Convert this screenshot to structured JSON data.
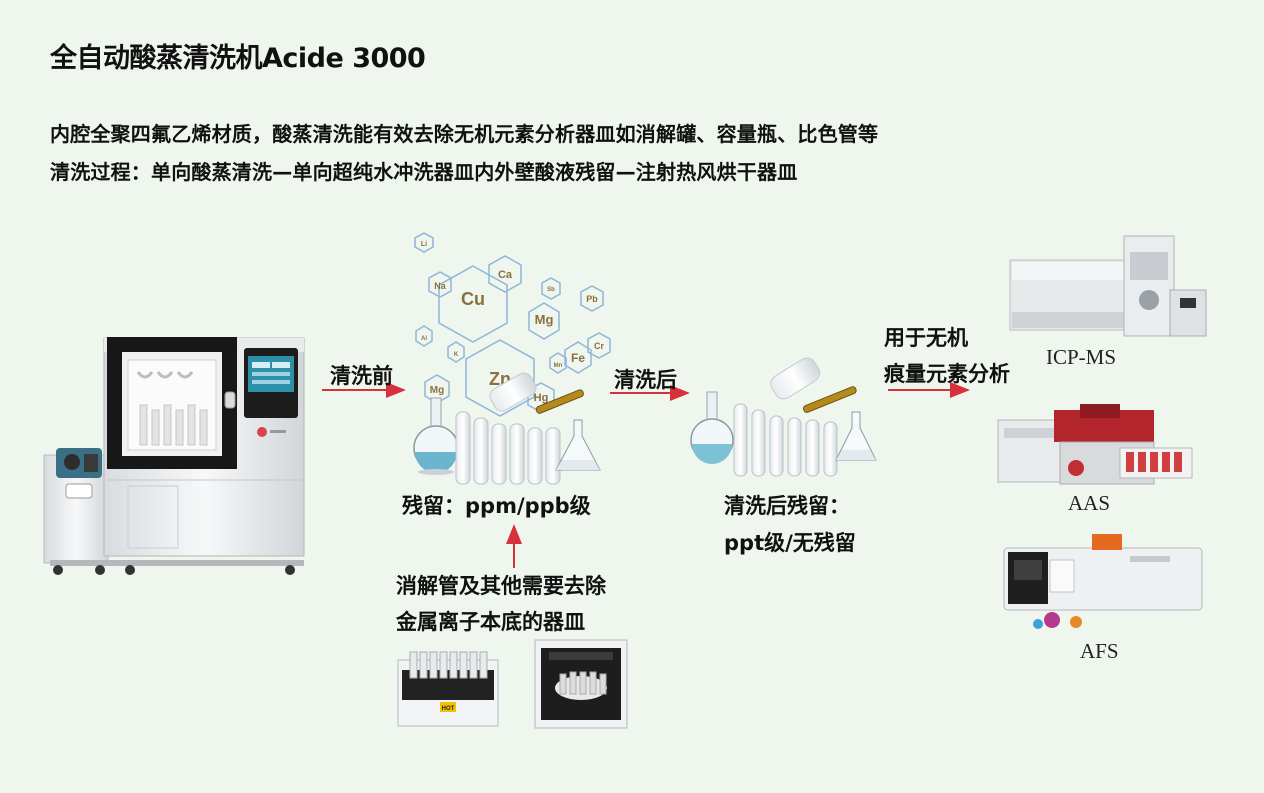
{
  "title": "全自动酸蒸清洗机Acide 3000",
  "description": {
    "line1": "内腔全聚四氟乙烯材质，酸蒸清洗能有效去除无机元素分析器皿如消解罐、容量瓶、比色管等",
    "line2": "清洗过程：单向酸蒸清洗—单向超纯水冲洗器皿内外壁酸液残留—注射热风烘干器皿"
  },
  "flow": {
    "before_label": "清洗前",
    "after_label": "清洗后",
    "residue_before": "残留：ppm/ppb级",
    "residue_after_line1": "清洗后残留：",
    "residue_after_line2": "ppt级/无残留",
    "source_line1": "消解管及其他需要去除",
    "source_line2": "金属离子本底的器皿",
    "usage_line1": "用于无机",
    "usage_line2": "痕量元素分析"
  },
  "elements": [
    {
      "symbol": "Li"
    },
    {
      "symbol": "Ca"
    },
    {
      "symbol": "Na"
    },
    {
      "symbol": "Cu"
    },
    {
      "symbol": "Sb"
    },
    {
      "symbol": "Pb"
    },
    {
      "symbol": "Mg"
    },
    {
      "symbol": "Al"
    },
    {
      "symbol": "K"
    },
    {
      "symbol": "Fe"
    },
    {
      "symbol": "Cr"
    },
    {
      "symbol": "Zn"
    },
    {
      "symbol": "Mn"
    },
    {
      "symbol": "Mg"
    },
    {
      "symbol": "Hg"
    }
  ],
  "instruments": {
    "icp": "ICP-MS",
    "aas": "AAS",
    "afs": "AFS"
  },
  "digestor_badge": "HOT",
  "colors": {
    "background": "#eef6ee",
    "arrow": "#d9313c",
    "hexagon": "#8fb6d9",
    "element_text": "#8a7040"
  }
}
